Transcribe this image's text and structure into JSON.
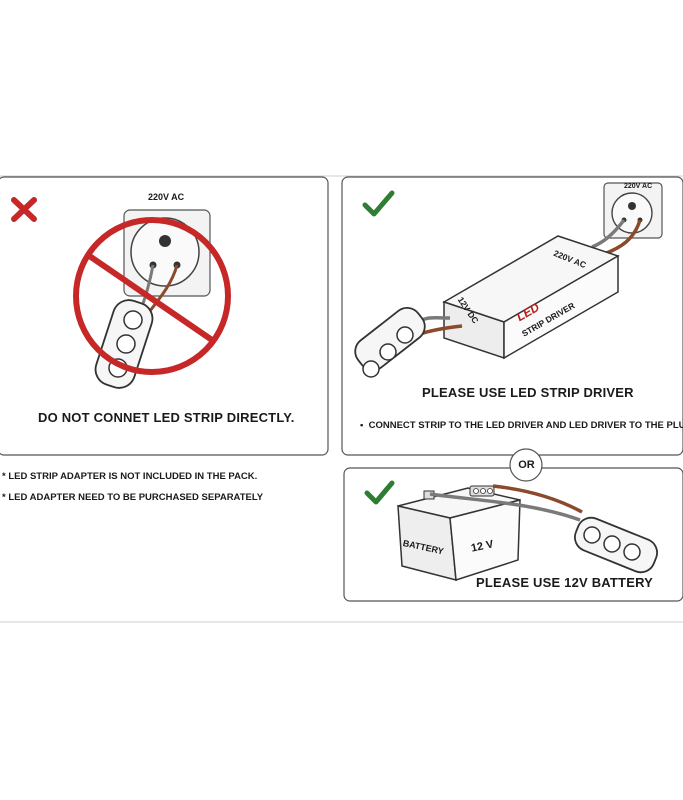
{
  "panel_wrong": {
    "status_symbol": "X",
    "voltage_label": "220V AC",
    "caption": "DO NOT CONNET LED STRIP DIRECTLY."
  },
  "panel_driver": {
    "voltage_label": "220V AC",
    "driver_input_label": "220V AC",
    "driver_output_label": "12V DC",
    "driver_brand": "LED",
    "driver_name": "STRIP DRIVER",
    "caption": "PLEASE USE LED STRIP DRIVER",
    "instruction": "CONNECT STRIP TO THE LED DRIVER AND LED DRIVER TO THE PLUG"
  },
  "or_label": "OR",
  "panel_battery": {
    "battery_label": "BATTERY",
    "battery_voltage": "12 V",
    "caption": "PLEASE USE 12V BATTERY"
  },
  "notes": [
    "* LED STRIP ADAPTER IS NOT INCLUDED IN THE PACK.",
    "* LED ADAPTER NEED TO BE PURCHASED SEPARATELY"
  ],
  "colors": {
    "wrong_red": "#c62828",
    "check_green": "#2e7d32",
    "brand_red": "#b71c1c",
    "wire_brown": "#8b4a2b",
    "wire_grey": "#7a7a7a"
  }
}
